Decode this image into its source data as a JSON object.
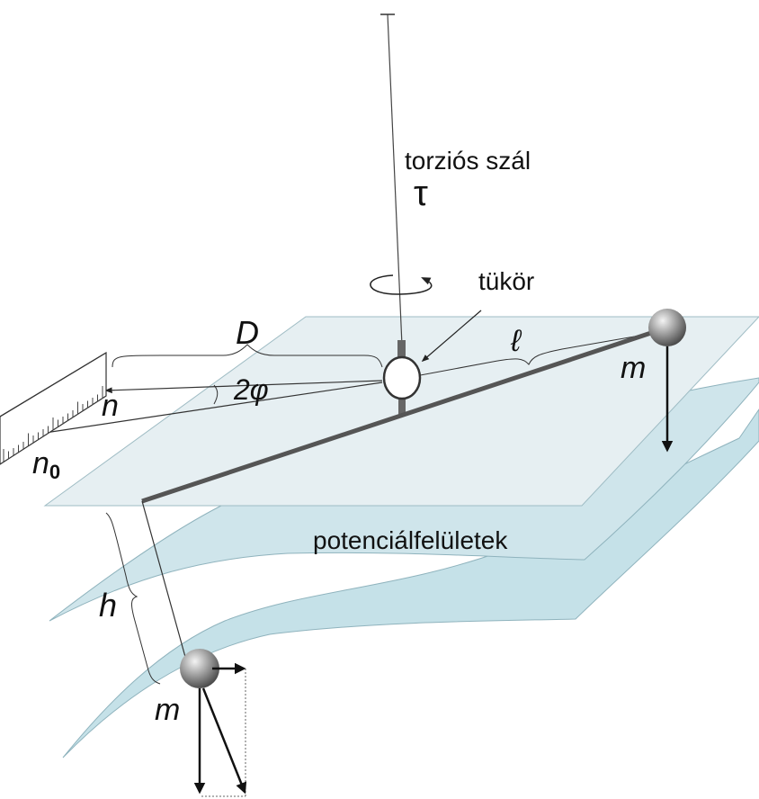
{
  "labels": {
    "fiber": "torziós szál",
    "tau": "τ",
    "mirror": "tükör",
    "D": "D",
    "ell": "ℓ",
    "m_top": "m",
    "n": "n",
    "two_phi": "2φ",
    "n0_base": "n",
    "n0_sub": "0",
    "surfaces": "potenciálfelületek",
    "h": "h",
    "m_bottom": "m"
  },
  "colors": {
    "plane_top": "#e6eff2",
    "plane_mid": "#cfe5eb",
    "plane_bottom": "#c5e1e8",
    "plane_edge": "#8fb3bd",
    "beam": "#555555",
    "sphere": "#9a9a9a",
    "ink": "#111111"
  }
}
